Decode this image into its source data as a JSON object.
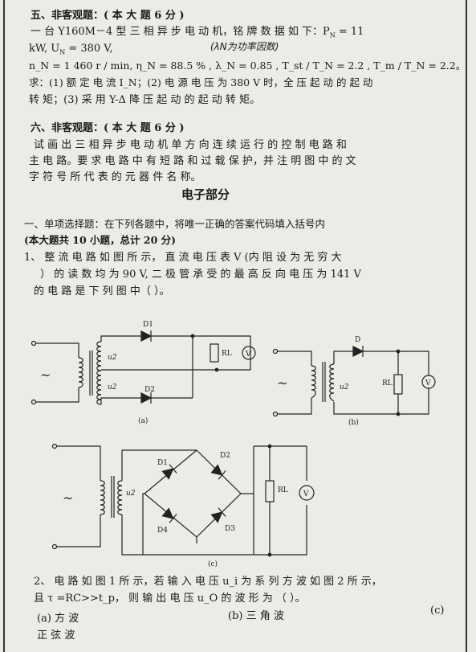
{
  "section5": {
    "heading": "五、非客观题：( 本 大 题 6 分 )",
    "l1": "一 台 Y160M－4 型 三 相 异 步 电 动 机，铭 牌 数 据 如 下：P",
    "l1_sub": "N",
    "l1_end": " = 11",
    "l2a": "kW, U",
    "l2_sub": "N",
    "l2b": " =   380 V,",
    "handwritten": "(λN为功率因数)",
    "l3": "n_N = 1 460 r / min,  η_N = 88.5 % ,   λ_N = 0.85 ,  T_st / T_N = 2.2 ,   T_m / T_N = 2.2。",
    "l4": "求：(1) 额 定 电 流 I_N；(2) 电 源 电 压 为 380 V 时，全 压 起 动 的 起 动",
    "l5": "转 矩；(3) 采 用 Y-Δ 降 压 起 动 的 起 动 转 矩。"
  },
  "section6": {
    "heading": "六、非客观题：( 本 大 题 6 分 )",
    "l1": "试 画 出 三 相 异 步 电 动 机 单 方 向 连 续 运 行 的 控 制 电 路 和",
    "l2": "主 电 路。要 求 电 路 中 有 短 路 和 过 载 保 护，并 注 明 图 中 的 文",
    "l3": "字 符 号 所 代 表 的 元 器 件 名 称。"
  },
  "electronics_title": "电子部分",
  "mc": {
    "heading": "一、单项选择题：在下列各题中，将唯一正确的答案代码填入括号内",
    "subheading": "(本大题共 10 小题，总计 20 分)",
    "q1_l1": "1、  整 流 电 路 如 图 所 示，  直 流 电 压  表 V (内 阻 设 为 无 穷 大",
    "q1_l2": "）  的 读 数 均 为 90 V, 二 极 管 承 受 的 最 高 反 向 电 压 为 141 V",
    "q1_l3": "的 电 路  是 下 列 图 中（                      ）。",
    "q2_l1": "2、  电 路 如 图 1 所 示，若 输 入 电 压  u_i 为 系 列 方 波 如 图 2  所 示，",
    "q2_l2": "且 τ =RC>>t_p， 则 输 出 电 压 u_O 的 波 形 为 （          ）。",
    "opt_a": "(a)      方 波",
    "opt_b": "(b)   三 角 波",
    "opt_c": "(c)",
    "opt_c_text": "正 弦 波"
  },
  "circuits": {
    "a": {
      "caption": "(a)",
      "d1": "D1",
      "d2": "D2",
      "u_top": "u2",
      "u_bot": "u2",
      "rl": "RL",
      "meter": "V",
      "source": "~"
    },
    "b": {
      "caption": "(b)",
      "d": "D",
      "u": "u2",
      "rl": "RL",
      "meter": "V",
      "source": "~"
    },
    "c": {
      "caption": "(c)",
      "d1": "D1",
      "d2": "D2",
      "d3": "D3",
      "d4": "D4",
      "u": "u2",
      "rl": "RL",
      "meter": "V",
      "source": "~"
    }
  }
}
